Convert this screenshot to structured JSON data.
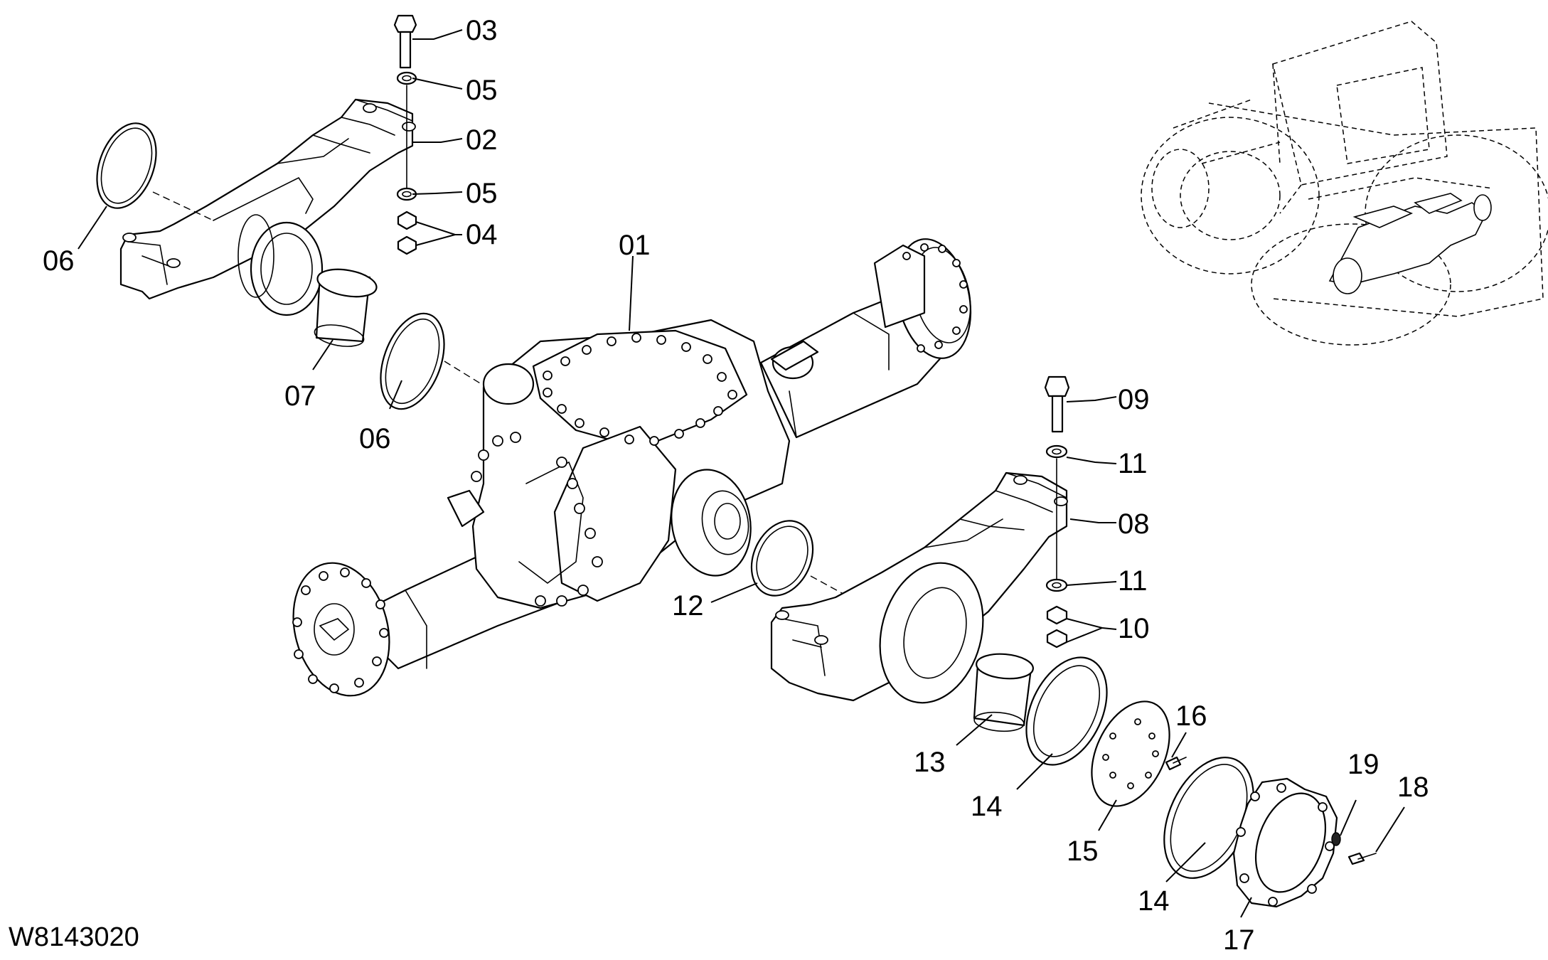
{
  "drawing_id": "W8143020",
  "callouts": {
    "c01": "01",
    "c02": "02",
    "c03": "03",
    "c04": "04",
    "c05a": "05",
    "c05b": "05",
    "c06a": "06",
    "c06b": "06",
    "c07": "07",
    "c08": "08",
    "c09": "09",
    "c10": "10",
    "c11a": "11",
    "c11b": "11",
    "c12": "12",
    "c13": "13",
    "c14a": "14",
    "c14b": "14",
    "c15": "15",
    "c16": "16",
    "c17": "17",
    "c18": "18",
    "c19": "19"
  }
}
